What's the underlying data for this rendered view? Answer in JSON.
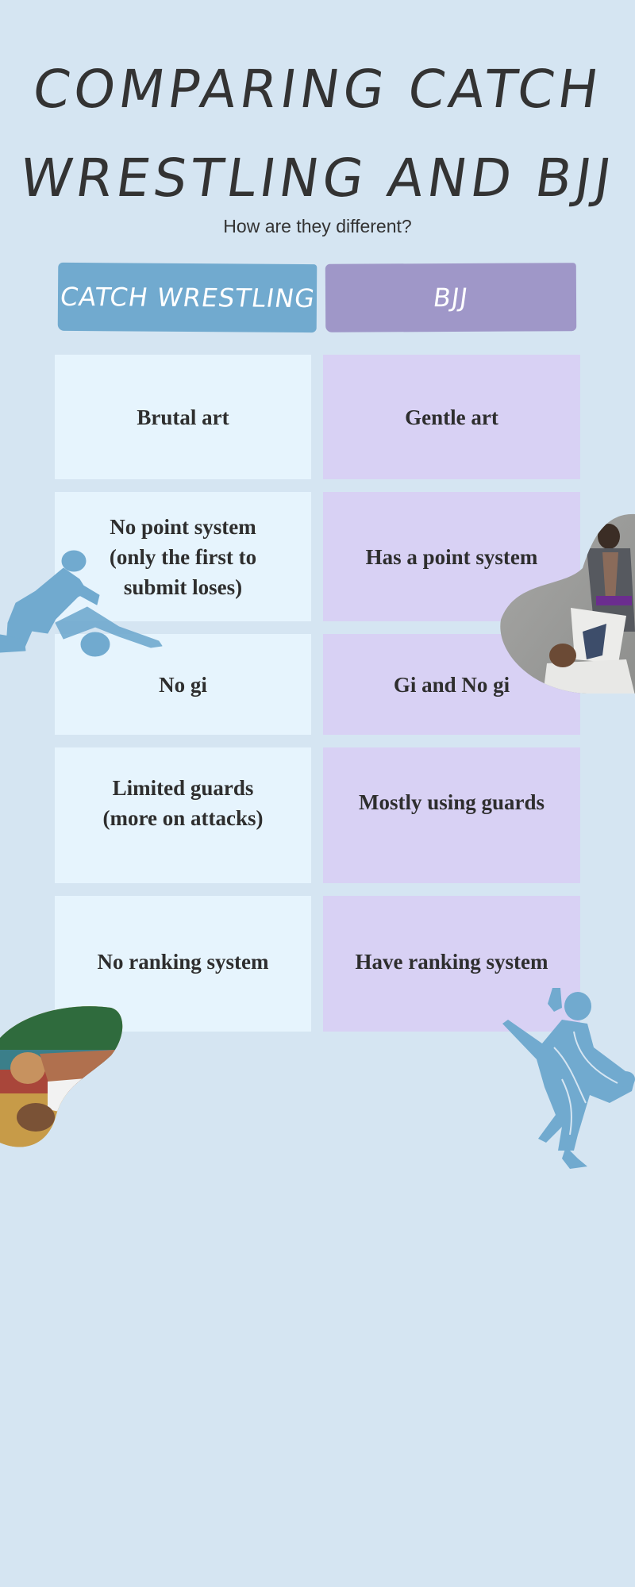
{
  "header": {
    "title_line1": "COMPARING CATCH",
    "title_line2": "WRESTLING AND BJJ",
    "subtitle": "How are they different?"
  },
  "columns": [
    {
      "label": "CATCH WRESTLING",
      "color": "#71aacf",
      "cell_color": "#e6f4fd"
    },
    {
      "label": "BJJ",
      "color": "#9f97c8",
      "cell_color": "#d8d1f4"
    }
  ],
  "rows": [
    {
      "catch": "Brutal art",
      "bjj": "Gentle art"
    },
    {
      "catch": "No point system (only the first to submit loses)",
      "bjj": "Has a point system"
    },
    {
      "catch": "No gi",
      "bjj": "Gi and No gi"
    },
    {
      "catch": "Limited guards (more on attacks)",
      "bjj": "Mostly using guards"
    },
    {
      "catch": "No ranking system",
      "bjj": "Have ranking system"
    }
  ],
  "decorations": [
    {
      "name": "catch-wrestlers-illustration",
      "color": "#71aacf"
    },
    {
      "name": "bjj-guard-photo"
    },
    {
      "name": "wrestling-pin-photo"
    },
    {
      "name": "judo-throw-illustration",
      "color": "#71aacf"
    }
  ],
  "colors": {
    "background": "#d5e5f2",
    "text": "#2f2f2f"
  }
}
